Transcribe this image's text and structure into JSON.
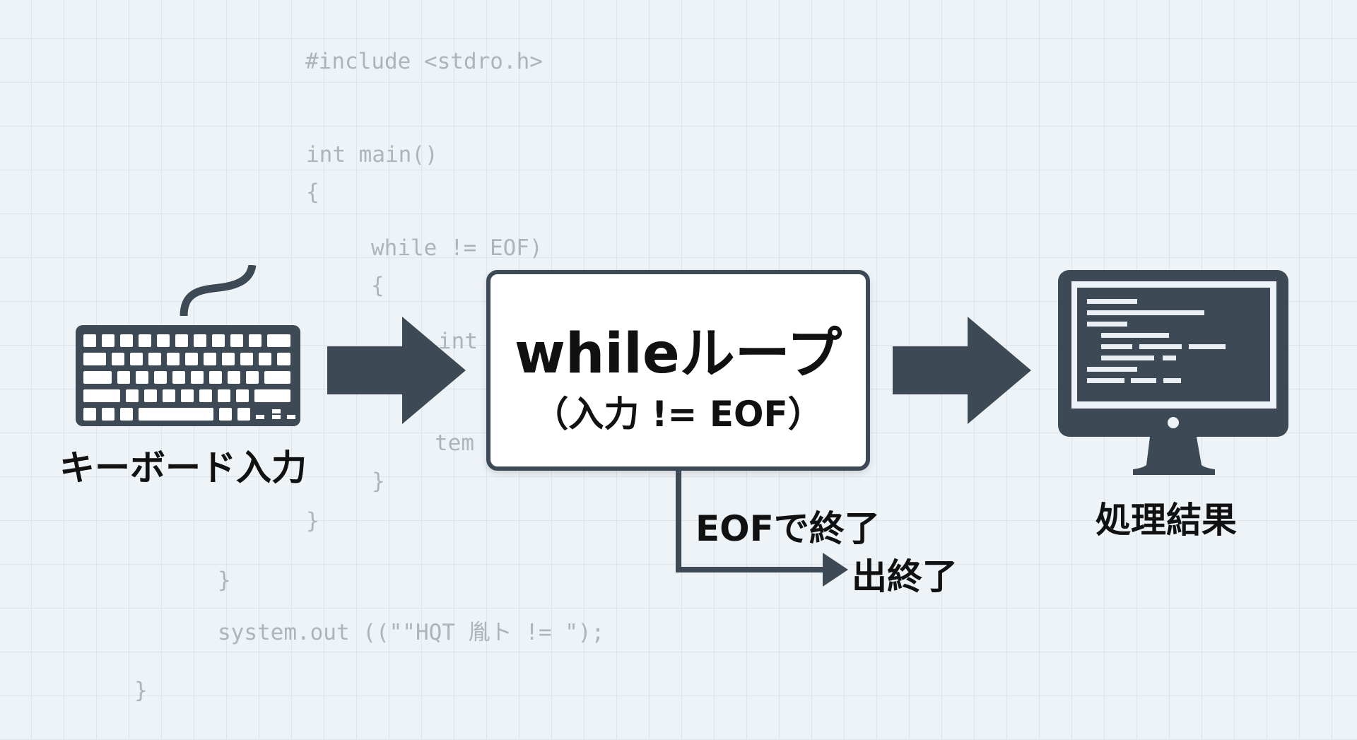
{
  "background_code": [
    "#include <stdro.h>",
    "int main()",
    "{",
    "while != EOF)",
    "{",
    "int",
    "tem",
    "}",
    "}",
    "}",
    "system.out ((\"\"HQT 胤ト != \");",
    "}"
  ],
  "input": {
    "label": "キーボード入力",
    "icon": "keyboard-icon"
  },
  "loop_box": {
    "title": "whileループ",
    "condition": "（入力 != EOF）"
  },
  "exit_branch": {
    "condition_label": "EOFで終了",
    "target_label": "出終了"
  },
  "output": {
    "label": "処理結果",
    "icon": "monitor-icon"
  },
  "colors": {
    "dark": "#3d4a55",
    "background": "#eef3f7",
    "code": "#aeb4ba"
  }
}
